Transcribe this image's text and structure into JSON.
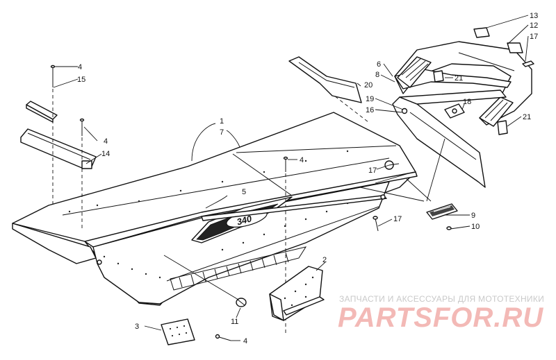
{
  "callouts": {
    "c1": "1",
    "c2": "2",
    "c3": "3",
    "c4a": "4",
    "c4b": "4",
    "c4c": "4",
    "c4d": "4",
    "c5": "5",
    "c6": "6",
    "c7": "7",
    "c8": "8",
    "c9": "9",
    "c10": "10",
    "c11": "11",
    "c12": "12",
    "c13": "13",
    "c14": "14",
    "c15": "15",
    "c16": "16",
    "c17a": "17",
    "c17b": "17",
    "c17c": "17",
    "c18": "18",
    "c19": "19",
    "c20": "20",
    "c21a": "21",
    "c21b": "21"
  },
  "decal_text": "340",
  "watermark": {
    "tagline": "ЗАПЧАСТИ И АКСЕССУАРЫ ДЛЯ МОТОТЕХНИКИ",
    "logo": "PARTSFOR.RU",
    "color": "#f3b9b6"
  }
}
